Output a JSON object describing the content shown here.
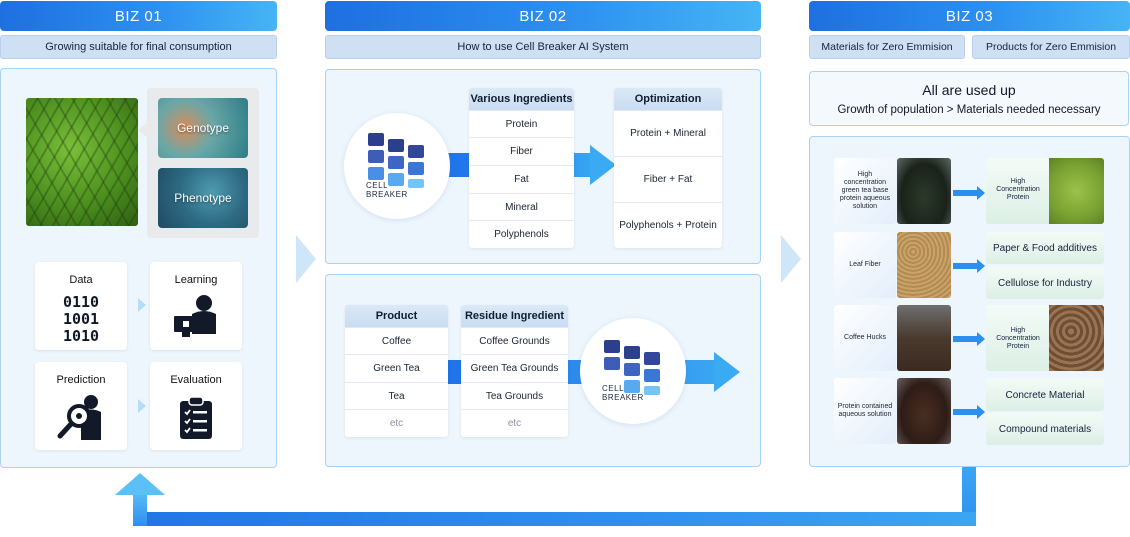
{
  "biz01": {
    "header": "BIZ 01",
    "subheader": "Growing suitable for final consumption",
    "genotype": "Genotype",
    "phenotype": "Phenotype",
    "cards": {
      "data": "Data",
      "binary": [
        "0110",
        "1001",
        "1010"
      ],
      "learning": "Learning",
      "prediction": "Prediction",
      "evaluation": "Evaluation"
    }
  },
  "biz02": {
    "header": "BIZ 02",
    "subheader": "How to use Cell Breaker AI System",
    "logo_text": [
      "CELL",
      "BREAKER"
    ],
    "ingredients": {
      "title": "Various Ingredients",
      "items": [
        "Protein",
        "Fiber",
        "Fat",
        "Mineral",
        "Polyphenols"
      ]
    },
    "optimization": {
      "title": "Optimization",
      "items": [
        "Protein + Mineral",
        "Fiber + Fat",
        "Polyphenols + Protein"
      ]
    },
    "product": {
      "title": "Product",
      "items": [
        "Coffee",
        "Green Tea",
        "Tea",
        "etc"
      ]
    },
    "residue": {
      "title": "Residue Ingredient",
      "items": [
        "Coffee Grounds",
        "Green Tea Grounds",
        "Tea Grounds",
        "etc"
      ]
    }
  },
  "biz03": {
    "header": "BIZ 03",
    "tab_materials": "Materials for Zero Emmision",
    "tab_products": "Products for Zero Emmision",
    "all_used": "All are used up",
    "growth": "Growth of population >  Materials needed necessary",
    "rows": [
      {
        "label": "High concentration green tea base protein aqueous solution",
        "results": [
          "High Concentration Protein"
        ]
      },
      {
        "label": "Leaf Fiber",
        "results": [
          "Paper & Food additives",
          "Cellulose for Industry"
        ]
      },
      {
        "label": "Coffee Hucks",
        "results": [
          "High Concentration Protein"
        ]
      },
      {
        "label": "Protein contained aqueous solution",
        "results": [
          "Concrete Material",
          "Compound materials"
        ]
      }
    ]
  },
  "colors": {
    "header_blue": "#2b8ff0",
    "panel_border": "#a9d3f2",
    "subheader_bg": "#cfe0f5",
    "result_green": "#dcefe5"
  }
}
